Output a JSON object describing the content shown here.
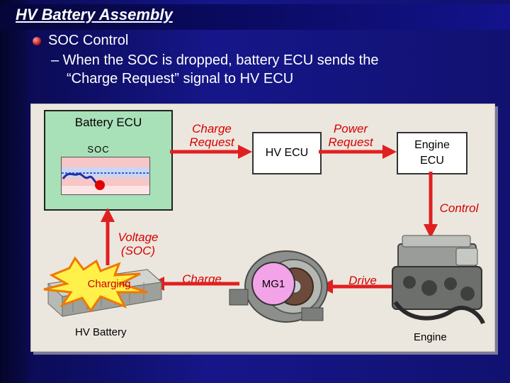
{
  "slide": {
    "title": "HV Battery Assembly",
    "bullet": "SOC Control",
    "sub_line1": "– When the SOC is dropped, battery ECU sends the",
    "sub_line2": "“Charge Request” signal to HV ECU"
  },
  "diagram": {
    "battery_ecu": {
      "title": "Battery ECU",
      "soc_label": "SOC"
    },
    "hv_ecu": "HV ECU",
    "engine_ecu_line1": "Engine",
    "engine_ecu_line2": "ECU",
    "charge_request_line1": "Charge",
    "charge_request_line2": "Request",
    "power_request_line1": "Power",
    "power_request_line2": "Request",
    "control": "Control",
    "voltage_line1": "Voltage",
    "voltage_line2": "(SOC)",
    "charging": "Charging",
    "charge": "Charge",
    "drive": "Drive",
    "mg1": "MG1",
    "hv_battery": "HV Battery",
    "engine": "Engine"
  },
  "colors": {
    "accent_red": "#d80000",
    "ecu_green": "#a8e0b8",
    "mg1_pink": "#f3a3e8"
  }
}
